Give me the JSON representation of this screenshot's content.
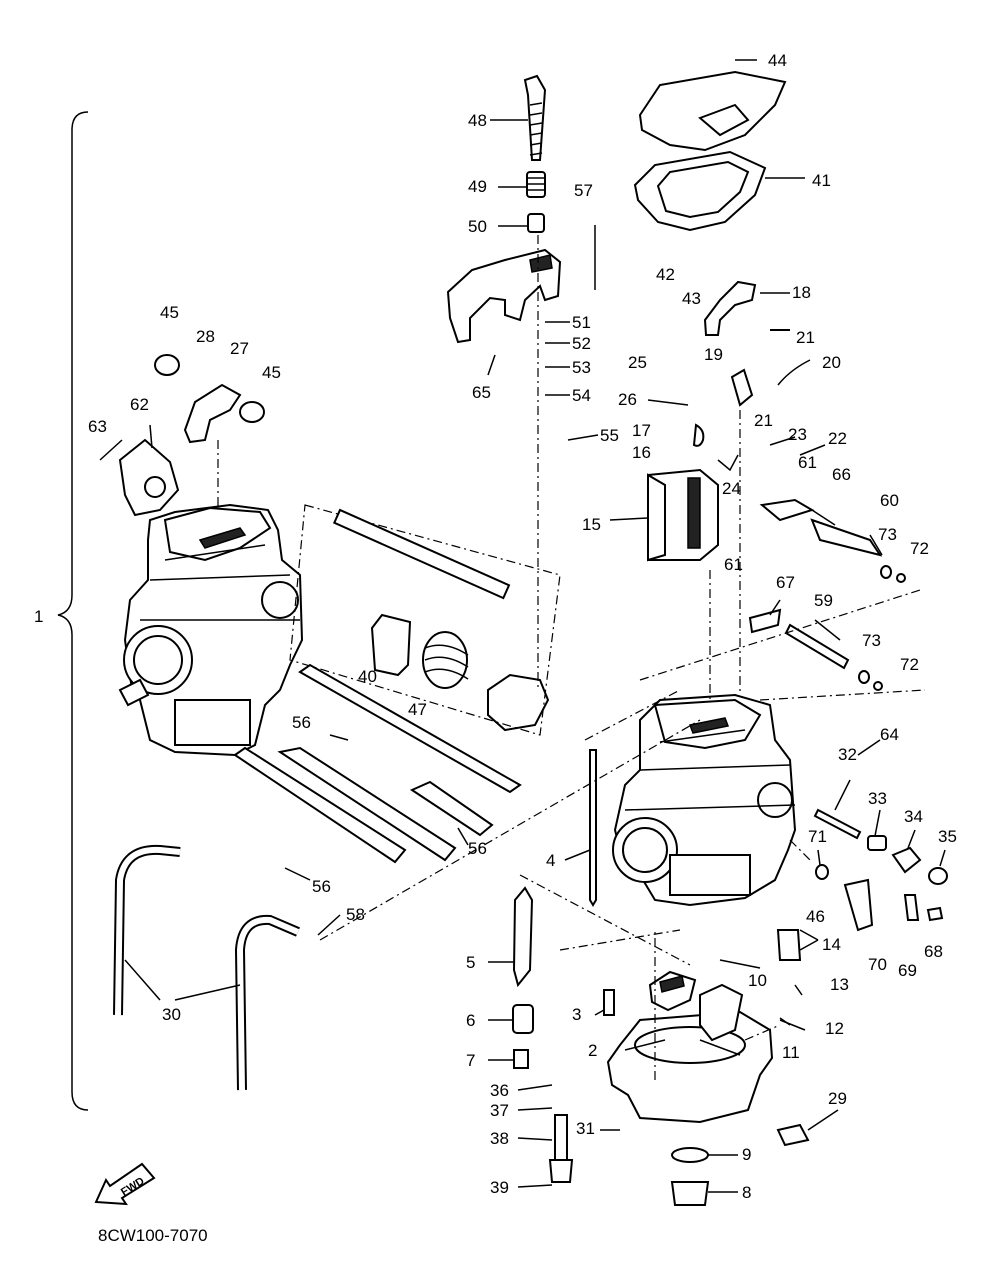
{
  "diagram": {
    "code": "8CW100-7070",
    "fwd_label": "FWD",
    "parts": [
      {
        "id": "p1",
        "label": "1"
      },
      {
        "id": "p2",
        "label": "2"
      },
      {
        "id": "p3",
        "label": "3"
      },
      {
        "id": "p4",
        "label": "4"
      },
      {
        "id": "p5",
        "label": "5"
      },
      {
        "id": "p6",
        "label": "6"
      },
      {
        "id": "p7",
        "label": "7"
      },
      {
        "id": "p8",
        "label": "8"
      },
      {
        "id": "p9",
        "label": "9"
      },
      {
        "id": "p10",
        "label": "10"
      },
      {
        "id": "p11",
        "label": "11"
      },
      {
        "id": "p12",
        "label": "12"
      },
      {
        "id": "p13",
        "label": "13"
      },
      {
        "id": "p14",
        "label": "14"
      },
      {
        "id": "p15",
        "label": "15"
      },
      {
        "id": "p16",
        "label": "16"
      },
      {
        "id": "p17",
        "label": "17"
      },
      {
        "id": "p18",
        "label": "18"
      },
      {
        "id": "p19",
        "label": "19"
      },
      {
        "id": "p20",
        "label": "20"
      },
      {
        "id": "p21a",
        "label": "21"
      },
      {
        "id": "p21b",
        "label": "21"
      },
      {
        "id": "p22",
        "label": "22"
      },
      {
        "id": "p23",
        "label": "23"
      },
      {
        "id": "p24",
        "label": "24"
      },
      {
        "id": "p25",
        "label": "25"
      },
      {
        "id": "p26",
        "label": "26"
      },
      {
        "id": "p27",
        "label": "27"
      },
      {
        "id": "p28",
        "label": "28"
      },
      {
        "id": "p29",
        "label": "29"
      },
      {
        "id": "p30",
        "label": "30"
      },
      {
        "id": "p31",
        "label": "31"
      },
      {
        "id": "p32",
        "label": "32"
      },
      {
        "id": "p33",
        "label": "33"
      },
      {
        "id": "p34",
        "label": "34"
      },
      {
        "id": "p35",
        "label": "35"
      },
      {
        "id": "p36",
        "label": "36"
      },
      {
        "id": "p37",
        "label": "37"
      },
      {
        "id": "p38",
        "label": "38"
      },
      {
        "id": "p39",
        "label": "39"
      },
      {
        "id": "p40",
        "label": "40"
      },
      {
        "id": "p41",
        "label": "41"
      },
      {
        "id": "p42",
        "label": "42"
      },
      {
        "id": "p43",
        "label": "43"
      },
      {
        "id": "p44",
        "label": "44"
      },
      {
        "id": "p45a",
        "label": "45"
      },
      {
        "id": "p45b",
        "label": "45"
      },
      {
        "id": "p46",
        "label": "46"
      },
      {
        "id": "p47",
        "label": "47"
      },
      {
        "id": "p48",
        "label": "48"
      },
      {
        "id": "p49",
        "label": "49"
      },
      {
        "id": "p50",
        "label": "50"
      },
      {
        "id": "p51",
        "label": "51"
      },
      {
        "id": "p52",
        "label": "52"
      },
      {
        "id": "p53",
        "label": "53"
      },
      {
        "id": "p54",
        "label": "54"
      },
      {
        "id": "p55",
        "label": "55"
      },
      {
        "id": "p56a",
        "label": "56"
      },
      {
        "id": "p56b",
        "label": "56"
      },
      {
        "id": "p56c",
        "label": "56"
      },
      {
        "id": "p57",
        "label": "57"
      },
      {
        "id": "p58",
        "label": "58"
      },
      {
        "id": "p59",
        "label": "59"
      },
      {
        "id": "p60",
        "label": "60"
      },
      {
        "id": "p61a",
        "label": "61"
      },
      {
        "id": "p61b",
        "label": "61"
      },
      {
        "id": "p62",
        "label": "62"
      },
      {
        "id": "p63",
        "label": "63"
      },
      {
        "id": "p64",
        "label": "64"
      },
      {
        "id": "p65",
        "label": "65"
      },
      {
        "id": "p66",
        "label": "66"
      },
      {
        "id": "p67",
        "label": "67"
      },
      {
        "id": "p68",
        "label": "68"
      },
      {
        "id": "p69",
        "label": "69"
      },
      {
        "id": "p70",
        "label": "70"
      },
      {
        "id": "p71",
        "label": "71"
      },
      {
        "id": "p72a",
        "label": "72"
      },
      {
        "id": "p72b",
        "label": "72"
      },
      {
        "id": "p73a",
        "label": "73"
      },
      {
        "id": "p73b",
        "label": "73"
      }
    ]
  }
}
